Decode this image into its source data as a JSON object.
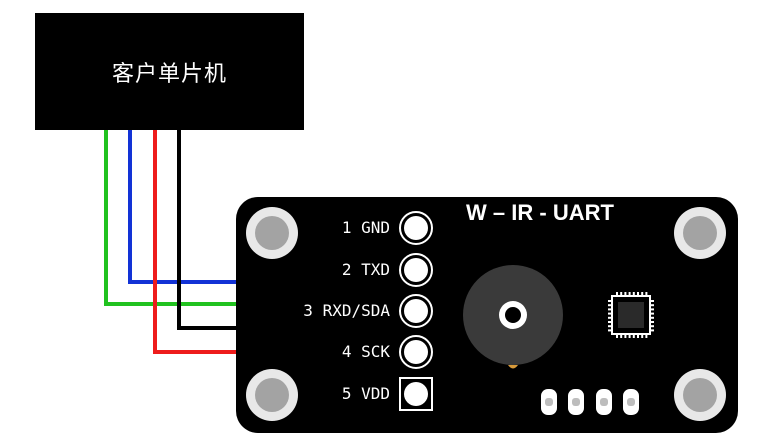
{
  "mcu": {
    "label": "客户单片机"
  },
  "board": {
    "title": "W – IR - UART",
    "pins": [
      {
        "label": "1 GND"
      },
      {
        "label": "2 TXD"
      },
      {
        "label": "3 RXD/SDA"
      },
      {
        "label": "4 SCK"
      },
      {
        "label": "5 VDD"
      }
    ]
  },
  "colors": {
    "green_wire": "#21c21f",
    "blue_wire": "#1232d6",
    "red_wire": "#ee1c1c",
    "black_wire": "#000000",
    "board": "#000000",
    "pad": "#ffffff"
  }
}
